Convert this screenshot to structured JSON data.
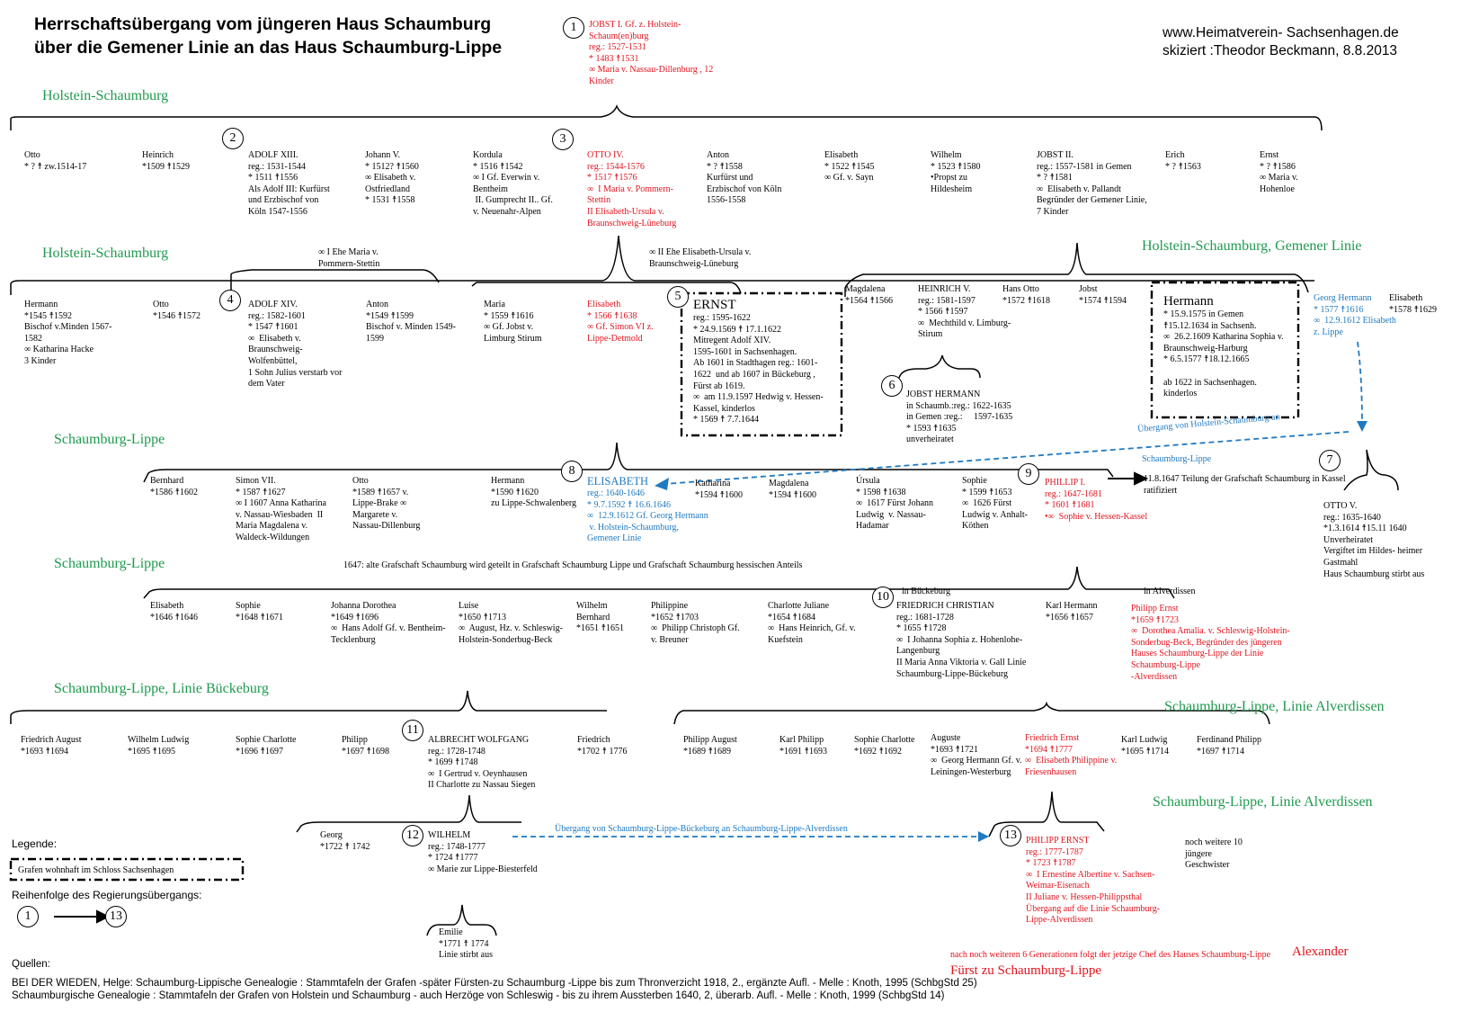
{
  "title": {
    "line1": "Herrschaftsübergang vom jüngeren Haus Schaumburg",
    "line2": "über die Gemener Linie an das Haus Schaumburg-Lippe"
  },
  "header_right": {
    "line1": "www.Heimatverein- Sachsenhagen.de",
    "line2": "skiziert :Theodor Beckmann, 8.8.2013"
  },
  "colors": {
    "section": "#1e9a4e",
    "ruler": "#e0141e",
    "transfer": "#1f7ac2"
  },
  "sections": {
    "s1": "Holstein-Schaumburg",
    "s2": "Holstein-Schaumburg",
    "s3": "Holstein-Schaumburg, Gemener Linie",
    "s4": "Schaumburg-Lippe",
    "s5": "Schaumburg-Lippe",
    "s6": "Schaumburg-Lippe, Linie  Bückeburg",
    "s7": "Schaumburg-Lippe, Linie Alverdissen",
    "s8": "Schaumburg-Lippe, Linie  Alverdissen"
  },
  "numbers": [
    "1",
    "2",
    "3",
    "4",
    "5",
    "6",
    "7",
    "8",
    "9",
    "10",
    "11",
    "12",
    "13"
  ],
  "persons": {
    "jobst1": "JOBST I. Gf. z. Holstein-\nSchaum(en)burg\nreg.: 1527-1531\n* 1483 ☨1531\n∞ Maria v. Nassau-Dillenburg , 12\nKinder",
    "otto1": "Otto\n* ? ☨ zw.1514-17",
    "heinrich1": "Heinrich\n*1509 ☨1529",
    "adolf13": "ADOLF XIII.\nreg.: 1531-1544\n* 1511 ☨1556\nAls Adolf III: Kurfürst\nund Erzbischof von\nKöln 1547-1556",
    "johann5": "Johann V.\n* 1512? ☨1560\n∞ Elisabeth v.\nOstfriedland\n* 1531 ☨1558",
    "kordula": "Kordula\n* 1516 ☨1542\n∞ I Gf. Everwin v.\nBentheim\n II. Gumprecht II.. Gf.\nv. Neuenahr-Alpen",
    "otto4": "OTTO IV.\nreg.: 1544-1576\n* 1517 ☨1576\n∞  I Maria v. Pommern-\nStettin\nII Elisabeth-Ursula v.\nBraunschweig-Lüneburg",
    "anton1": "Anton\n* ? ☨1558\nKurfürst und\nErzbischof von Köln\n1556-1558",
    "elisabeth1": "Elisabeth\n* 1522 ☨1545\n∞ Gf. v. Sayn",
    "wilhelm1": "Wilhelm\n* 1523 ☨1580\n•Propst zu\nHildesheim",
    "jobst2": "JOBST II.\nreg.: 1557-1581 in Gemen\n* ? ☨1581\n∞  Elisabeth v. Pallandt\nBegründer der Gemener Linie,\n7 Kinder",
    "erich": "Erich\n* ? ☨1563",
    "ernst1": "Ernst\n* ? ☨1586\n∞ Maria v.\nHohenloe",
    "hermann1": "Hermann\n*1545 ☨1592\nBischof v.Minden 1567-\n1582\n∞ Katharina Hacke\n3 Kinder",
    "otto2": "Otto\n*1546 ☨1572",
    "adolf14": "ADOLF XIV.\nreg.: 1582-1601\n* 1547 ☨1601\n∞  Elisabeth v.\nBraunschweig-\nWolfenbüttel,\n1 Sohn Julius verstarb vor\ndem Vater",
    "anton2": "Anton\n*1549 ☨1599\nBischof v. Minden 1549-\n1599",
    "maria": "Maria\n* 1559 ☨1616\n∞ Gf. Jobst v.\nLimburg Stirum",
    "elisabeth2": "Elisabeth\n* 1566 ☨1638\n∞ Gf. Simon VI z.\nLippe-Detmold",
    "ernst": "reg.: 1595-1622\n* 24.9.1569 ☨ 17.1.1622\nMitregent Adolf XIV.\n1595-1601 in Sachsenhagen.\nAb 1601 in Stadthagen reg.: 1601-\n1622  und ab 1607 in Bückeburg ,\nFürst ab 1619.\n∞  am 11.9.1597 Hedwig v. Hessen-\nKassel, kinderlos\n* 1569 ☨ 7.7.1644",
    "ernst_name": "ERNST",
    "magdalena1": "Magdalena\n*1564 ☨1566",
    "heinrich5": "HEINRICH V.\nreg.: 1581-1597\n* 1566 ☨1597\n∞  Mechthild v. Limburg-\nStirum",
    "hansotto": "Hans Otto\n*1572 ☨1618",
    "jobst3": "Jobst\n*1574 ☨1594",
    "hermann_name": "Hermann",
    "hermann2": "* 15.9.1575 in Gemen\n☨15.12.1634 in Sachsenh.\n∞  26.2.1609 Katharina Sophia v.\nBraunschweig-Harburg\n* 6.5.1577 ☨18.12.1665\n\nab 1622 in Sachsenhagen.\nkinderlos",
    "georghermann": "Georg Hermann\n* 1577 ☨1616\n∞  12.9.1612 Elisabeth\nz. Lippe",
    "elisabeth3": "Elisabeth\n*1578 ☨1629",
    "jobsthermann": "JOBST HERMANN\nin Schaumb.:reg.: 1622-1635\nin Gemen :reg.:     1597-1635\n* 1593 ☨1635\nunverheiratet",
    "bernhard": "Bernhard\n*1586 ☨1602",
    "simon7": "Simon VII.\n* 1587 ☨1627\n∞ I 1607 Anna Katharina\nv. Nassau-Wiesbaden  II\nMaria Magdalena v.\nWaldeck-Wildungen",
    "otto3": "Otto\n*1589 ☨1657 v.\nLippe-Brake ∞\nMargarete v.\nNassau-Dillenburg",
    "hermann3": "Hermann\n*1590 ☨1620\nzu Lippe-Schwalenberg",
    "elisabeth8": "reg.: 1640-1646\n* 9.7.1592 ☨ 16.6.1646\n∞  12.9.1612 Gf. Georg Hermann\n v. Holstein-Schaumburg,\nGemener Linie",
    "elisabeth8_name": "ELISABETH",
    "katharina": "Katharina\n*1594 ☨1600",
    "magdalena2": "Magdalena\n*1594 ☨1600",
    "ursula": "Úrsula\n* 1598 ☨1638\n∞  1617 Fürst Johann\nLudwig  v. Nassau-\nHadamar",
    "sophie1": "Sophie\n* 1599 ☨1653\n∞  1626 Fürst\nLudwig v. Anhalt-\nKöthen",
    "phillip1": "PHILLIP I.\nreg.: 1647-1681\n* 1601 ☨1681\n•∞  Sophie v. Hessen-Kassel",
    "otto5": "OTTO V.\nreg.: 1635-1640\n*1.3.1614 ☨15.11 1640\nUnverheiratet\nVergiftet im Hildes- heimer\nGastmahl\nHaus Schaumburg stirbt aus",
    "elisabeth4": "Elisabeth\n*1646 ☨1646",
    "sophie2": "Sophie\n*1648 ☨1671",
    "johannadorothea": "Johanna Dorothea\n*1649 ☨1696\n∞  Hans Adolf Gf. v. Bentheim-\nTecklenburg",
    "luise": "Luise\n*1650 ☨1713\n∞  August, Hz. v. Schleswig-\nHolstein-Sonderbug-Beck",
    "wilhelmbernhard": "Wilhelm\nBernhard\n*1651 ☨1651",
    "philippine": "Philippine\n*1652 ☨1703\n∞  Philipp Christoph Gf.\nv. Breuner",
    "charlottejuliane": "Charlotte Juliane\n*1654 ☨1684\n∞  Hans Heinrich, Gf. v.\nKuefstein",
    "friedrichchristian": "FRIEDRICH CHRISTIAN\nreg.: 1681-1728\n* 1655 ☨1728\n∞  I Johanna Sophia z. Hohenlohe-\nLangenburg\nII Maria Anna Viktoria v. Gall Linie\nSchaumburg-Lippe-Bückeburg",
    "karlhermann": "Karl Hermann\n*1656 ☨1657",
    "philippernst1": "Philipp Ernst\n*1659 ☨1723\n∞  Dorothea Amalia. v. Schleswig-Holstein-\nSonderbug-Beck, Begründer des jüngeren\nHauses Schaumburg-Lippe der Linie\nSchaumburg-Lippe\n-Alverdissen",
    "friedrichaugust": "Friedrich August\n*1693 ☨1694",
    "wilhelmludwig": "Wilhelm Ludwig\n*1695 ☨1695",
    "sophiecharlotte1": "Sophie Charlotte\n*1696 ☨1697",
    "philipp1": "Philipp\n*1697 ☨1698",
    "albrechtwolfgang": "ALBRECHT WOLFGANG\nreg.: 1728-1748\n* 1699 ☨1748\n∞  I Gertrud v. Oeynhausen\nII Charlotte zu Nassau Siegen",
    "friedrich1": "Friedrich\n*1702 ☨ 1776",
    "philippaugust": "Philipp August\n*1689 ☨1689",
    "karlphilipp": "Karl Philipp\n*1691 ☨1693",
    "sophiecharlotte2": "Sophie Charlotte\n*1692 ☨1692",
    "auguste": "Auguste\n*1693 ☨1721\n∞  Georg Hermann Gf. v.\nLeiningen-Westerburg",
    "friedrichernst": "Friedrich Ernst\n*1694 ☨1777\n∞  Elisabeth Philippine v.\nFriesenhausen",
    "karlludwig": "Karl Ludwig\n*1695 ☨1714",
    "ferdinandphilipp": "Ferdinand Philipp\n*1697 ☨1714",
    "georg": "Georg\n*1722 ☨ 1742",
    "wilhelm12": "WILHELM\nreg.: 1748-1777\n* 1724 ☨1777\n∞ Marie zur Lippe-Biesterfeld",
    "emilie": "Emilie\n*1771 ☨ 1774\nLinie stirbt aus",
    "philippernst13": "PHILIPP ERNST\nreg.: 1777-1787\n* 1723 ☨1787\n∞  I Ernestine Albertine v. Sachsen-\nWeimar-Eisenach\nII Juliane v. Hessen-Philippsthal\nÜbergang auf die Linie Schaumburg-\nLippe-Alverdissen",
    "nochweitere": "noch weitere 10\njüngere\nGeschwister"
  },
  "notes": {
    "ehe1": "∞ I Ehe Maria v.\nPommern-Stettin",
    "ehe2": "∞ II Ehe Elisabeth-Ursula v.\nBraunschweig-Lüneburg",
    "uebergang1": "Übergang von Holstein-Schaumburg an",
    "uebergang1b": "Schaumburg-Lippe",
    "teilung1647": "11.8.1647 Teilung der Grafschaft Schaumburg in Kassel\nratifiziert",
    "teilung_line": "1647: alte Grafschaft Schaumburg wird geteilt in Grafschaft Schaumburg Lippe und Grafschaft Schaumburg hessischen Anteils",
    "bueckeburg": "in Bückeburg",
    "alverdissen": "in Alverdissen",
    "uebergang2": "Übergang von Schaumburg-Lippe-Bückeburg an Schaumburg-Lippe-Alverdissen",
    "final_small": "nach noch weiteren 6 Generationen folgt der jetzige Chef des Hauses Schaumburg-Lippe",
    "final_big1": "Alexander",
    "final_big2": "Fürst zu Schaumburg-Lippe"
  },
  "legend": {
    "title": "Legende:",
    "box_label": "Grafen wohnhaft im Schloss Sachsenhagen",
    "order_label": "Reihenfolge des Regierungsübergangs:",
    "from": "1",
    "to": "13"
  },
  "sources": {
    "title": "Quellen:",
    "line1": "BEI DER WIEDEN, Helge: Schaumburg-Lippische Genealogie : Stammtafeln der Grafen -später Fürsten-zu Schaumburg -Lippe  bis zum Thronverzicht 1918,  2., ergänzte Aufl. - Melle : Knoth, 1995 (SchbgStd 25)",
    "line2": "Schaumburgische Genealogie : Stammtafeln der Grafen von Holstein und Schaumburg - auch Herzöge von Schleswig - bis zu ihrem Aussterben 1640,  2, überarb. Aufl. - Melle : Knoth, 1999 (SchbgStd 14)"
  }
}
